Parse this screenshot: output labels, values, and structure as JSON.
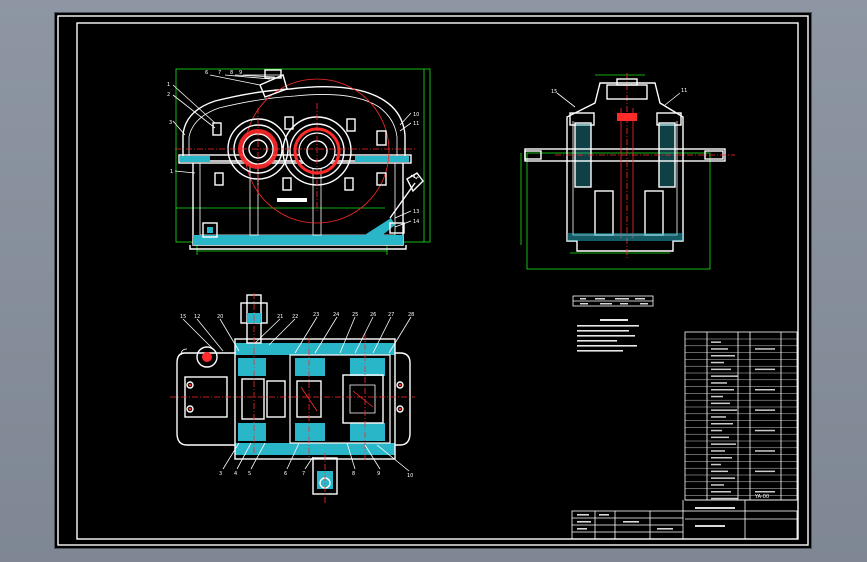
{
  "drawing": {
    "background": "#000000",
    "line_color": "#ffffff",
    "dimension_color": "#19e619",
    "centerline_color": "#ff2a2a",
    "section_fill_color": "#29b6c9",
    "views": [
      "front-section-view",
      "side-view",
      "top-section-view"
    ],
    "title_block_label": "YA-00"
  }
}
